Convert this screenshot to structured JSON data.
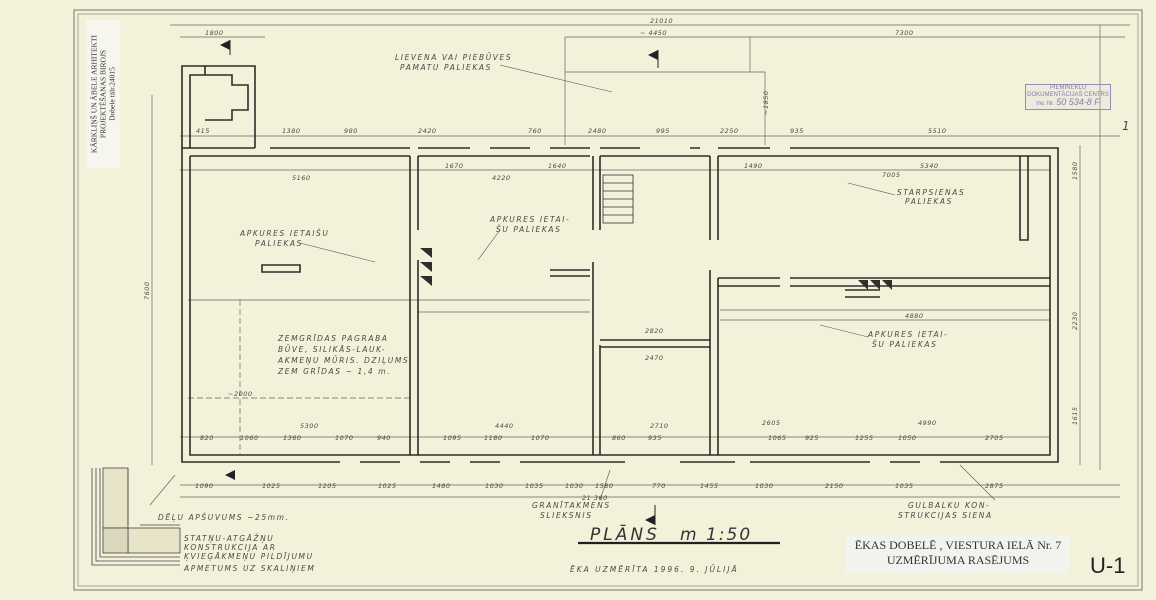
{
  "stamp_left": {
    "line1": "KĀRKLIŅŠ UN ĀBELE ARHITEKTI",
    "line2": "PROJEKTĒŠANAS BIROJS",
    "line3": "Dobele tālr.24015"
  },
  "stamp_right": {
    "line1": "PIEMINEKĻU",
    "line2": "DOKUMENTĀCIJAS CENTRS",
    "inv_label": "inv. Nr.",
    "inv_number": "50 534-8 F"
  },
  "sheet_mark": "1",
  "notes": {
    "extension": [
      "LIEVENA VAI PIEBŪVES",
      "PAMATU PALIEKAS"
    ],
    "heating_left": [
      "APKURES IETAIŠU",
      "PALIEKAS"
    ],
    "heating_mid": [
      "APKURES IETAI-",
      "ŠU PALIEKAS"
    ],
    "cellar": [
      "ZEMGRĪDAS PAGRABA",
      "BŪVE, SILIKĀS-LAUK-",
      "AKMEŅU MŪRIS. DZIĻUMS",
      "ZEM GRĪDAS ~ 1,4 m."
    ],
    "partition": [
      "STARPSIENAS",
      "PALIEKAS"
    ],
    "heating_right": [
      "APKURES IETAI-",
      "ŠU PALIEKAS"
    ],
    "threshold": [
      "GRANĪTAKMENS",
      "SLIEKSNIS"
    ],
    "log_wall": [
      "GULBALKU KON-",
      "STRUKCIJAS SIENA"
    ],
    "cladding": "DĒĻU APŠUVUMS ~25mm.",
    "frame": [
      "STATŅU-ATGĀŽŅU",
      "KONSTRUKCIJA AR",
      "ĶVIEĢĀKMEŅU PILDĪJUMU"
    ],
    "plaster": "APMETUMS UZ SKALIŅIEM"
  },
  "dimensions": {
    "overall_top": "21010",
    "annex_width": "1800",
    "extension_width": "~ 4450",
    "right_part": "7300",
    "extension_depth": "~1850",
    "top_row": [
      "415",
      "1380",
      "980",
      "2420",
      "760",
      "2480",
      "995",
      "2250",
      "935",
      "5510"
    ],
    "interior_top": [
      "5160",
      "4220",
      "7005",
      "5340",
      "1670",
      "1640",
      "1490"
    ],
    "bottom_inner": [
      "820",
      "1060",
      "1360",
      "1070",
      "940",
      "1095",
      "1180",
      "1070",
      "860",
      "935",
      "1065",
      "925",
      "1255",
      "1050",
      "2705"
    ],
    "bottom_row": [
      "1090",
      "1025",
      "1205",
      "1025",
      "1480",
      "1030",
      "1035",
      "1030",
      "1580",
      "770",
      "1455",
      "1030",
      "2150",
      "1035",
      "2875"
    ],
    "overall_bottom": "21 360",
    "rooms": [
      "5300",
      "4440",
      "2710",
      "2605",
      "4990",
      "~2000",
      "2470",
      "2820",
      "4880"
    ],
    "left_side": "7600",
    "right_side": [
      "1580",
      "2230",
      "1615"
    ]
  },
  "title": {
    "plan": "PLĀNS",
    "scale": "m 1:50",
    "surveyed": "ĒKA UZMĒRĪTA   1996. 9. JŪLIJĀ"
  },
  "title_block": {
    "line1": "ĒKAS DOBELĒ , VIESTURA IELĀ Nr. 7",
    "line2": "UZMĒRĪJUMA RASĒJUMS",
    "sheet_number": "U-1"
  }
}
